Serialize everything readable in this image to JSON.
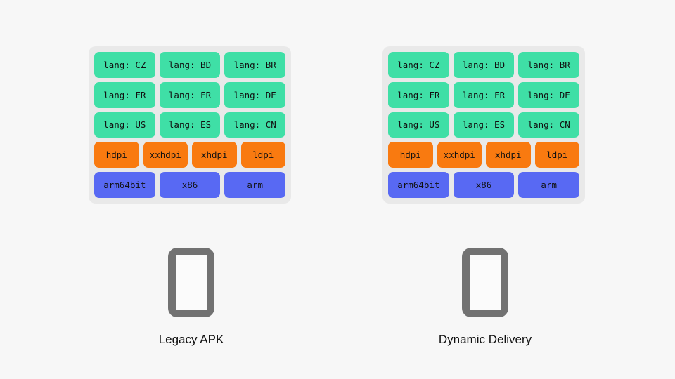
{
  "background_color": "#f7f7f7",
  "palette": {
    "panel_bg": "#e9e9e9",
    "lang_chip": "#3fdfa6",
    "density_chip": "#f97a10",
    "abi_chip": "#5869f3",
    "phone_gray": "#727272",
    "text": "#111111"
  },
  "panels": [
    {
      "id": "legacy-apk-bundle",
      "rows": [
        {
          "type": "lang",
          "chips": [
            "lang: CZ",
            "lang: BD",
            "lang: BR"
          ]
        },
        {
          "type": "lang",
          "chips": [
            "lang: FR",
            "lang: FR",
            "lang: DE"
          ]
        },
        {
          "type": "lang",
          "chips": [
            "lang: US",
            "lang: ES",
            "lang: CN"
          ]
        },
        {
          "type": "density",
          "chips": [
            "hdpi",
            "xxhdpi",
            "xhdpi",
            "ldpi"
          ]
        },
        {
          "type": "abi",
          "chips": [
            "arm64bit",
            "x86",
            "arm"
          ]
        }
      ]
    },
    {
      "id": "dynamic-delivery-bundle",
      "rows": [
        {
          "type": "lang",
          "chips": [
            "lang: CZ",
            "lang: BD",
            "lang: BR"
          ]
        },
        {
          "type": "lang",
          "chips": [
            "lang: FR",
            "lang: FR",
            "lang: DE"
          ]
        },
        {
          "type": "lang",
          "chips": [
            "lang: US",
            "lang: ES",
            "lang: CN"
          ]
        },
        {
          "type": "density",
          "chips": [
            "hdpi",
            "xxhdpi",
            "xhdpi",
            "ldpi"
          ]
        },
        {
          "type": "abi",
          "chips": [
            "arm64bit",
            "x86",
            "arm"
          ]
        }
      ]
    }
  ],
  "devices": [
    {
      "icon": "smartphone-icon",
      "label": "Legacy APK"
    },
    {
      "icon": "smartphone-icon",
      "label": "Dynamic Delivery"
    }
  ]
}
